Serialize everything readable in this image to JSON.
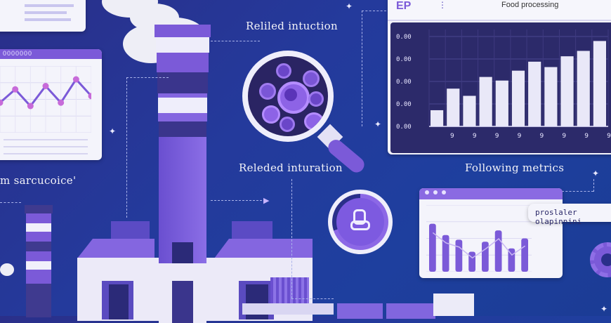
{
  "labels": {
    "top_center": "Reliled intuction",
    "middle_center": "Releded inturation",
    "left": "m sarcucoice'",
    "right_middle": "Following metrics"
  },
  "top_right_panel": {
    "logo": "EP",
    "title": "Food processing",
    "y_ticks": [
      "0.00",
      "0.00",
      "0.00",
      "0.00",
      "0.00"
    ],
    "x_ticks": [
      "9",
      "9",
      "9",
      "9",
      "9",
      "9",
      "9",
      "9"
    ],
    "bar_values": [
      0.18,
      0.42,
      0.34,
      0.55,
      0.51,
      0.62,
      0.72,
      0.66,
      0.78,
      0.84,
      0.95
    ]
  },
  "mid_right_panel": {
    "tooltip": "proslaler olapinnini",
    "bar_values": [
      0.72,
      0.55,
      0.48,
      0.3,
      0.45,
      0.62,
      0.35,
      0.5
    ]
  },
  "left_panel": {
    "title": "0000000",
    "line_values": [
      0.45,
      0.65,
      0.4,
      0.7,
      0.45,
      0.8,
      0.55
    ]
  },
  "colors": {
    "accent": "#7b5ad8",
    "background": "#243a9c",
    "panel": "#f4f4fb"
  },
  "icons": [
    "magnifier-icon",
    "gauge-icon",
    "gear-icon",
    "cloud-icon",
    "sparkle-icon"
  ]
}
